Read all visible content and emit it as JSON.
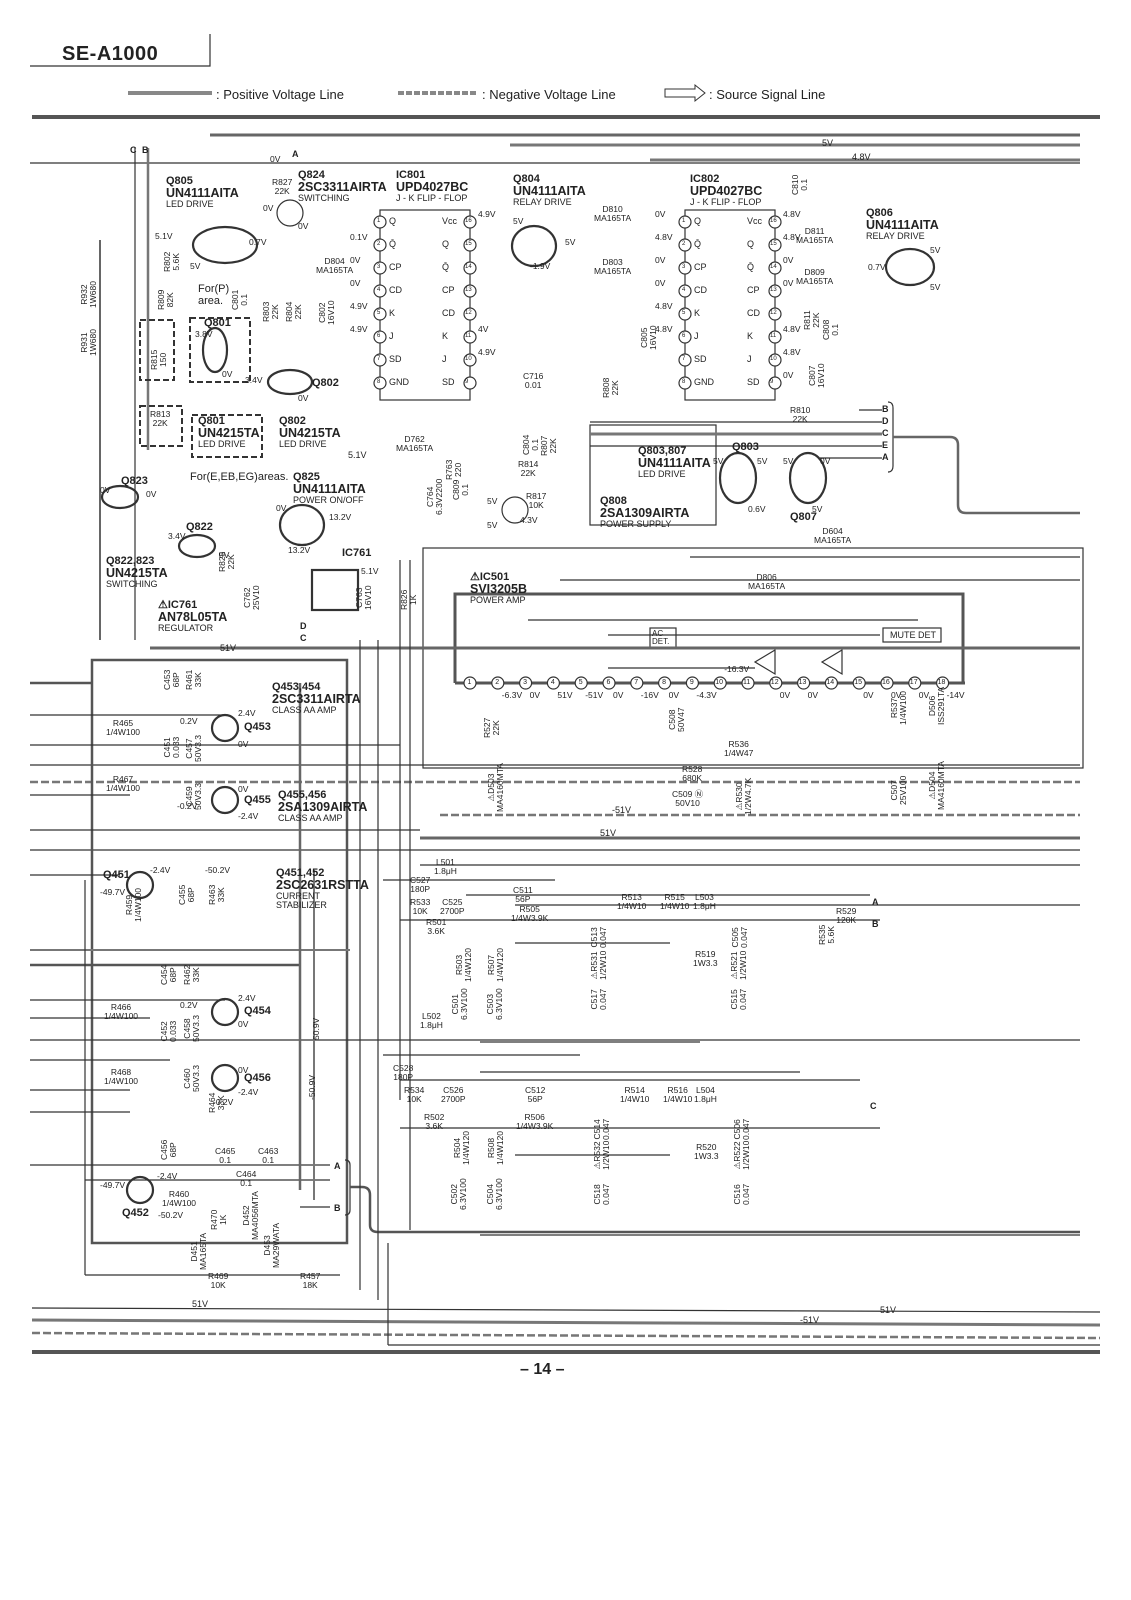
{
  "header": {
    "model": "SE-A1000",
    "page_number": "– 14 –"
  },
  "legend": {
    "positive": ": Positive Voltage Line",
    "negative": ": Negative Voltage Line",
    "source": ": Source Signal Line"
  },
  "blocks": {
    "q805": {
      "ref": "Q805",
      "part": "UN4111AITA",
      "func": "LED DRIVE"
    },
    "q824": {
      "ref": "Q824",
      "part": "2SC3311AIRTA",
      "func": "SWITCHING"
    },
    "ic801": {
      "ref": "IC801",
      "part": "UPD4027BC",
      "func": "J - K FLIP - FLOP"
    },
    "q804": {
      "ref": "Q804",
      "part": "UN4111AITA",
      "func": "RELAY DRIVE"
    },
    "ic802": {
      "ref": "IC802",
      "part": "UPD4027BC",
      "func": "J - K FLIP - FLOP"
    },
    "q806": {
      "ref": "Q806",
      "part": "UN4111AITA",
      "func": "RELAY DRIVE"
    },
    "q801_box": {
      "ref": "Q801",
      "part": "UN4215TA",
      "func": "LED DRIVE"
    },
    "q802_box": {
      "ref": "Q802",
      "part": "UN4215TA",
      "func": "LED DRIVE"
    },
    "q825": {
      "ref": "Q825",
      "part": "UN4111AITA",
      "func": "POWER ON/OFF"
    },
    "q803_807": {
      "ref": "Q803,807",
      "part": "UN4111AITA",
      "func": "LED DRIVE"
    },
    "q808": {
      "ref": "Q808",
      "part": "2SA1309AIRTA",
      "func": "POWER SUPPLY"
    },
    "q822_823": {
      "ref": "Q822,823",
      "part": "UN4215TA",
      "func": "SWITCHING"
    },
    "ic761": {
      "ref": "⚠IC761",
      "part": "AN78L05TA",
      "func": "REGULATOR"
    },
    "ic501": {
      "ref": "⚠IC501",
      "part": "SVI3205B",
      "func": "POWER AMP"
    },
    "q453_454": {
      "ref": "Q453,454",
      "part": "2SC3311AIRTA",
      "func": "CLASS AA AMP"
    },
    "q455_456": {
      "ref": "Q455,456",
      "part": "2SA1309AIRTA",
      "func": "CLASS AA AMP"
    },
    "q451_452": {
      "ref": "Q451,452",
      "part": "2SC2631RSTTA",
      "func1": "CURRENT",
      "func2": "STABILIZER"
    }
  },
  "notes": {
    "for_p": "For(P)",
    "area": "area.",
    "for_e": "For(E,EB,EG)areas.",
    "ac_det": "AC DET.",
    "mute_det": "MUTE DET"
  },
  "ic801_pins_left": [
    {
      "n": "1",
      "name": "Q",
      "v": ""
    },
    {
      "n": "2",
      "name": "Q̄",
      "v": "0.1V"
    },
    {
      "n": "3",
      "name": "CP",
      "v": "0V"
    },
    {
      "n": "4",
      "name": "CD",
      "v": "0V"
    },
    {
      "n": "5",
      "name": "K",
      "v": "4.9V"
    },
    {
      "n": "6",
      "name": "J",
      "v": "4.9V"
    },
    {
      "n": "7",
      "name": "SD",
      "v": ""
    },
    {
      "n": "8",
      "name": "GND",
      "v": ""
    }
  ],
  "ic801_pins_right": [
    {
      "n": "16",
      "name": "Vcc",
      "v": "4.9V"
    },
    {
      "n": "15",
      "name": "Q",
      "v": ""
    },
    {
      "n": "14",
      "name": "Q̄",
      "v": ""
    },
    {
      "n": "13",
      "name": "CP",
      "v": ""
    },
    {
      "n": "12",
      "name": "CD",
      "v": ""
    },
    {
      "n": "11",
      "name": "K",
      "v": "4V"
    },
    {
      "n": "10",
      "name": "J",
      "v": "4.9V"
    },
    {
      "n": "9",
      "name": "SD",
      "v": ""
    }
  ],
  "ic802_pins_left": [
    {
      "n": "1",
      "name": "Q",
      "v": "0V"
    },
    {
      "n": "2",
      "name": "Q̄",
      "v": "4.8V"
    },
    {
      "n": "3",
      "name": "CP",
      "v": "0V"
    },
    {
      "n": "4",
      "name": "CD",
      "v": "0V"
    },
    {
      "n": "5",
      "name": "K",
      "v": "4.8V"
    },
    {
      "n": "6",
      "name": "J",
      "v": "4.8V"
    },
    {
      "n": "7",
      "name": "SD",
      "v": ""
    },
    {
      "n": "8",
      "name": "GND",
      "v": ""
    }
  ],
  "ic802_pins_right": [
    {
      "n": "16",
      "name": "Vcc",
      "v": "4.8V"
    },
    {
      "n": "15",
      "name": "Q",
      "v": "4.8V"
    },
    {
      "n": "14",
      "name": "Q̄",
      "v": "0V"
    },
    {
      "n": "13",
      "name": "CP",
      "v": "0V"
    },
    {
      "n": "12",
      "name": "CD",
      "v": ""
    },
    {
      "n": "11",
      "name": "K",
      "v": "4.8V"
    },
    {
      "n": "10",
      "name": "J",
      "v": "4.8V"
    },
    {
      "n": "9",
      "name": "SD",
      "v": "0V"
    }
  ],
  "ic501_pins": [
    {
      "n": "1",
      "v": ""
    },
    {
      "n": "2",
      "v": "-6.3V"
    },
    {
      "n": "3",
      "v": "0V"
    },
    {
      "n": "4",
      "v": "51V"
    },
    {
      "n": "5",
      "v": "-51V"
    },
    {
      "n": "6",
      "v": "0V"
    },
    {
      "n": "7",
      "v": "-16V"
    },
    {
      "n": "8",
      "v": "0V"
    },
    {
      "n": "9",
      "v": "-4.3V"
    },
    {
      "n": "10",
      "v": "-16.3V"
    },
    {
      "n": "11",
      "v": ""
    },
    {
      "n": "12",
      "v": "0V"
    },
    {
      "n": "13",
      "v": "0V"
    },
    {
      "n": "14",
      "v": ""
    },
    {
      "n": "15",
      "v": "0V"
    },
    {
      "n": "16",
      "v": "0V"
    },
    {
      "n": "17",
      "v": "0V"
    },
    {
      "n": "18",
      "v": "-14V"
    }
  ],
  "rails": {
    "v5": "5V",
    "v48": "4.8V",
    "v51_top": "5.1V",
    "v51": "51V",
    "vm51": "-51V",
    "v509": "50.9V",
    "vm509": "-50.9V"
  },
  "connectors": {
    "a": "A",
    "b": "B",
    "c": "C",
    "d": "D",
    "e": "E"
  },
  "components": [
    {
      "id": "r827",
      "l1": "R827",
      "l2": "22K"
    },
    {
      "id": "d804",
      "l1": "D804",
      "l2": "MA165TA"
    },
    {
      "id": "r802",
      "l1": "R802",
      "l2": "5.6K"
    },
    {
      "id": "r809",
      "l1": "R809",
      "l2": "82K"
    },
    {
      "id": "c801",
      "l1": "C801",
      "l2": "0.1"
    },
    {
      "id": "r803",
      "l1": "R803",
      "l2": "22K"
    },
    {
      "id": "r804",
      "l1": "R804",
      "l2": "22K"
    },
    {
      "id": "c802",
      "l1": "C802",
      "l2": "16V10"
    },
    {
      "id": "r815",
      "l1": "R815",
      "l2": "150"
    },
    {
      "id": "r813",
      "l1": "R813",
      "l2": "22K"
    },
    {
      "id": "r932",
      "l1": "R932",
      "l2": "1W680"
    },
    {
      "id": "r931",
      "l1": "R931",
      "l2": "1W680"
    },
    {
      "id": "d810",
      "l1": "D810",
      "l2": "MA165TA"
    },
    {
      "id": "d803",
      "l1": "D803",
      "l2": "MA165TA"
    },
    {
      "id": "c810",
      "l1": "C810",
      "l2": "0.1"
    },
    {
      "id": "d811",
      "l1": "D811",
      "l2": "MA165TA"
    },
    {
      "id": "d809",
      "l1": "D809",
      "l2": "MA165TA"
    },
    {
      "id": "r811",
      "l1": "R811",
      "l2": "22K"
    },
    {
      "id": "c808",
      "l1": "C808",
      "l2": "0.1"
    },
    {
      "id": "c805",
      "l1": "C805",
      "l2": "16V10"
    },
    {
      "id": "r808",
      "l1": "R808",
      "l2": "22K"
    },
    {
      "id": "c807",
      "l1": "C807",
      "l2": "16V10"
    },
    {
      "id": "r810",
      "l1": "R810",
      "l2": "22K"
    },
    {
      "id": "c716",
      "l1": "C716",
      "l2": "0.01"
    },
    {
      "id": "d762",
      "l1": "D762",
      "l2": "MA165TA"
    },
    {
      "id": "r763",
      "l1": "R763",
      "l2": "220"
    },
    {
      "id": "c764",
      "l1": "C764",
      "l2": "6.3V2200"
    },
    {
      "id": "c809",
      "l1": "C809",
      "l2": "0.1"
    },
    {
      "id": "c804",
      "l1": "C804",
      "l2": "0.1"
    },
    {
      "id": "r807",
      "l1": "R807",
      "l2": "22K"
    },
    {
      "id": "r814",
      "l1": "R814",
      "l2": "22K"
    },
    {
      "id": "r817",
      "l1": "R817",
      "l2": "10K"
    },
    {
      "id": "d604",
      "l1": "D604",
      "l2": "MA165TA"
    },
    {
      "id": "d806",
      "l1": "D806",
      "l2": "MA165TA"
    },
    {
      "id": "r825",
      "l1": "R825",
      "l2": "22K"
    },
    {
      "id": "c762",
      "l1": "C762",
      "l2": "25V10"
    },
    {
      "id": "c763",
      "l1": "C763",
      "l2": "16V10"
    },
    {
      "id": "r826",
      "l1": "R826",
      "l2": "1K"
    },
    {
      "id": "c453",
      "l1": "C453",
      "l2": "68P"
    },
    {
      "id": "r461",
      "l1": "R461",
      "l2": "33K"
    },
    {
      "id": "r465",
      "l1": "R465",
      "l2": "1/4W100"
    },
    {
      "id": "c451",
      "l1": "C451",
      "l2": "0.033"
    },
    {
      "id": "c457",
      "l1": "C457",
      "l2": "50V3.3"
    },
    {
      "id": "r467",
      "l1": "R467",
      "l2": "1/4W100"
    },
    {
      "id": "c459",
      "l1": "C459",
      "l2": "50V3.3"
    },
    {
      "id": "r459",
      "l1": "R459",
      "l2": "1/4W100"
    },
    {
      "id": "c455",
      "l1": "C455",
      "l2": "68P"
    },
    {
      "id": "r463",
      "l1": "R463",
      "l2": "33K"
    },
    {
      "id": "c454",
      "l1": "C454",
      "l2": "68P"
    },
    {
      "id": "r462",
      "l1": "R462",
      "l2": "33K"
    },
    {
      "id": "r466",
      "l1": "R466",
      "l2": "1/4W100"
    },
    {
      "id": "c452",
      "l1": "C452",
      "l2": "0.033"
    },
    {
      "id": "c458",
      "l1": "C458",
      "l2": "50V3.3"
    },
    {
      "id": "c460",
      "l1": "C460",
      "l2": "50V3.3"
    },
    {
      "id": "r468",
      "l1": "R468",
      "l2": "1/4W100"
    },
    {
      "id": "r464",
      "l1": "R464",
      "l2": "33K"
    },
    {
      "id": "c456",
      "l1": "C456",
      "l2": "68P"
    },
    {
      "id": "c465",
      "l1": "C465",
      "l2": "0.1"
    },
    {
      "id": "c464",
      "l1": "C464",
      "l2": "0.1"
    },
    {
      "id": "c463",
      "l1": "C463",
      "l2": "0.1"
    },
    {
      "id": "r460",
      "l1": "R460",
      "l2": "1/4W100"
    },
    {
      "id": "r470",
      "l1": "R470",
      "l2": "1K"
    },
    {
      "id": "d451",
      "l1": "D451",
      "l2": "MA165TA"
    },
    {
      "id": "d452",
      "l1": "D452",
      "l2": "MA4056MTA"
    },
    {
      "id": "d453",
      "l1": "D453",
      "l2": "MA29WATA"
    },
    {
      "id": "r469",
      "l1": "R469",
      "l2": "10K"
    },
    {
      "id": "r457",
      "l1": "R457",
      "l2": "18K"
    },
    {
      "id": "r527",
      "l1": "R527",
      "l2": "22K"
    },
    {
      "id": "d503",
      "l1": "⚠D503",
      "l2": "MA4160MTA"
    },
    {
      "id": "c508",
      "l1": "C508",
      "l2": "50V47"
    },
    {
      "id": "r536",
      "l1": "R536",
      "l2": "1/4W47"
    },
    {
      "id": "r528",
      "l1": "R528",
      "l2": "680K"
    },
    {
      "id": "c509",
      "l1": "C509 Ⓝ",
      "l2": "50V10"
    },
    {
      "id": "r530",
      "l1": "⚠R530",
      "l2": "1/2W4.7K"
    },
    {
      "id": "r537",
      "l1": "R537",
      "l2": "1/4W100"
    },
    {
      "id": "c507",
      "l1": "C507",
      "l2": "25V100"
    },
    {
      "id": "d506",
      "l1": "D506",
      "l2": "ISS291TA"
    },
    {
      "id": "d504",
      "l1": "⚠D504",
      "l2": "MA4160MTA"
    },
    {
      "id": "l501",
      "l1": "L501",
      "l2": "1.8μH"
    },
    {
      "id": "c527",
      "l1": "C527",
      "l2": "180P"
    },
    {
      "id": "r533",
      "l1": "R533",
      "l2": "10K"
    },
    {
      "id": "c525",
      "l1": "C525",
      "l2": "2700P"
    },
    {
      "id": "r501",
      "l1": "R501",
      "l2": "3.6K"
    },
    {
      "id": "r503",
      "l1": "R503",
      "l2": "1/4W120"
    },
    {
      "id": "c501",
      "l1": "C501",
      "l2": "6.3V100"
    },
    {
      "id": "c511",
      "l1": "C511",
      "l2": "56P"
    },
    {
      "id": "r505",
      "l1": "R505",
      "l2": "1/4W3.9K"
    },
    {
      "id": "r507",
      "l1": "R507",
      "l2": "1/4W120"
    },
    {
      "id": "c503",
      "l1": "C503",
      "l2": "6.3V100"
    },
    {
      "id": "r513",
      "l1": "R513",
      "l2": "1/4W10"
    },
    {
      "id": "r515",
      "l1": "R515",
      "l2": "1/4W10"
    },
    {
      "id": "c513",
      "l1": "C513",
      "l2": "0.047"
    },
    {
      "id": "r531",
      "l1": "⚠R531",
      "l2": "1/2W10"
    },
    {
      "id": "c517",
      "l1": "C517",
      "l2": "0.047"
    },
    {
      "id": "l503",
      "l1": "L503",
      "l2": "1.8μH"
    },
    {
      "id": "r519",
      "l1": "R519",
      "l2": "1W3.3"
    },
    {
      "id": "c505",
      "l1": "C505",
      "l2": "0.047"
    },
    {
      "id": "r521",
      "l1": "⚠R521",
      "l2": "1/2W10"
    },
    {
      "id": "c515",
      "l1": "C515",
      "l2": "0.047"
    },
    {
      "id": "r529",
      "l1": "R529",
      "l2": "120K"
    },
    {
      "id": "r535",
      "l1": "R535",
      "l2": "5.6K"
    },
    {
      "id": "l502",
      "l1": "L502",
      "l2": "1.8μH"
    },
    {
      "id": "c528",
      "l1": "C528",
      "l2": "180P"
    },
    {
      "id": "r534",
      "l1": "R534",
      "l2": "10K"
    },
    {
      "id": "c526",
      "l1": "C526",
      "l2": "2700P"
    },
    {
      "id": "r502",
      "l1": "R502",
      "l2": "3.6K"
    },
    {
      "id": "r504",
      "l1": "R504",
      "l2": "1/4W120"
    },
    {
      "id": "c502",
      "l1": "C502",
      "l2": "6.3V100"
    },
    {
      "id": "c512",
      "l1": "C512",
      "l2": "56P"
    },
    {
      "id": "r506",
      "l1": "R506",
      "l2": "1/4W3.9K"
    },
    {
      "id": "r508",
      "l1": "R508",
      "l2": "1/4W120"
    },
    {
      "id": "c504",
      "l1": "C504",
      "l2": "6.3V100"
    },
    {
      "id": "r514",
      "l1": "R514",
      "l2": "1/4W10"
    },
    {
      "id": "r516",
      "l1": "R516",
      "l2": "1/4W10"
    },
    {
      "id": "c514",
      "l1": "C514",
      "l2": "0.047"
    },
    {
      "id": "r532",
      "l1": "⚠R532",
      "l2": "1/2W10"
    },
    {
      "id": "c518",
      "l1": "C518",
      "l2": "0.047"
    },
    {
      "id": "l504",
      "l1": "L504",
      "l2": "1.8μH"
    },
    {
      "id": "r520",
      "l1": "R520",
      "l2": "1W3.3"
    },
    {
      "id": "c506",
      "l1": "C506",
      "l2": "0.047"
    },
    {
      "id": "r522",
      "l1": "⚠R522",
      "l2": "1/2W10"
    },
    {
      "id": "c516",
      "l1": "C516",
      "l2": "0.047"
    }
  ],
  "transistors": {
    "q823": "Q823",
    "q822": "Q822",
    "q801": "Q801",
    "q802": "Q802",
    "q803": "Q803",
    "q807": "Q807",
    "q453": "Q453",
    "q455": "Q455",
    "q451": "Q451",
    "q454": "Q454",
    "q456": "Q456",
    "q452": "Q452",
    "ic761_body": "IC761"
  },
  "voltages": {
    "q824_base": "0V",
    "q824_emit": "0V",
    "q824_col": "0V",
    "q805_in": "5.1V",
    "q805_out": "0.7V",
    "q805_e": "5V",
    "q801_v": "3.8V",
    "q801_e": "0V",
    "q802_b": "3.4V",
    "q802_e": "0V",
    "q804_b": "5V",
    "q804_o": "5V",
    "q804_e": "-1.9V",
    "q806_b": "0.7V",
    "q806_e": "5V",
    "q806_c": "5V",
    "q823_in": "0V",
    "q823_out": "0V",
    "q822_in": "3.4V",
    "q822_out": "0V",
    "q825_b": "0V",
    "q825_c": "13.2V",
    "q825_e": "13.2V",
    "ic761_out": "5.1V",
    "q803_b": "5V",
    "q803_c": "5V",
    "q803_e": "0.6V",
    "q807_b": "5V",
    "q807_c": "0V",
    "q807_e": "5V",
    "q808_e": "5V",
    "q808_c": "5V",
    "q808_b": "4.3V",
    "q453_c": "2.4V",
    "q453_b": "0.2V",
    "q453_e": "0V",
    "q455_e": "0V",
    "q455_b": "-0.2V",
    "q455_c": "-2.4V",
    "q451_c": "-2.4V",
    "q451_b": "-49.7V",
    "q451_e": "-50.2V",
    "q454_c": "2.4V",
    "q454_b": "0.2V",
    "q454_e": "0V",
    "q456_e": "0V",
    "q456_b": "-0.2V",
    "q456_c": "-2.4V",
    "q452_c": "-2.4V",
    "q452_b": "-49.7V",
    "q452_e": "-50.2V"
  }
}
